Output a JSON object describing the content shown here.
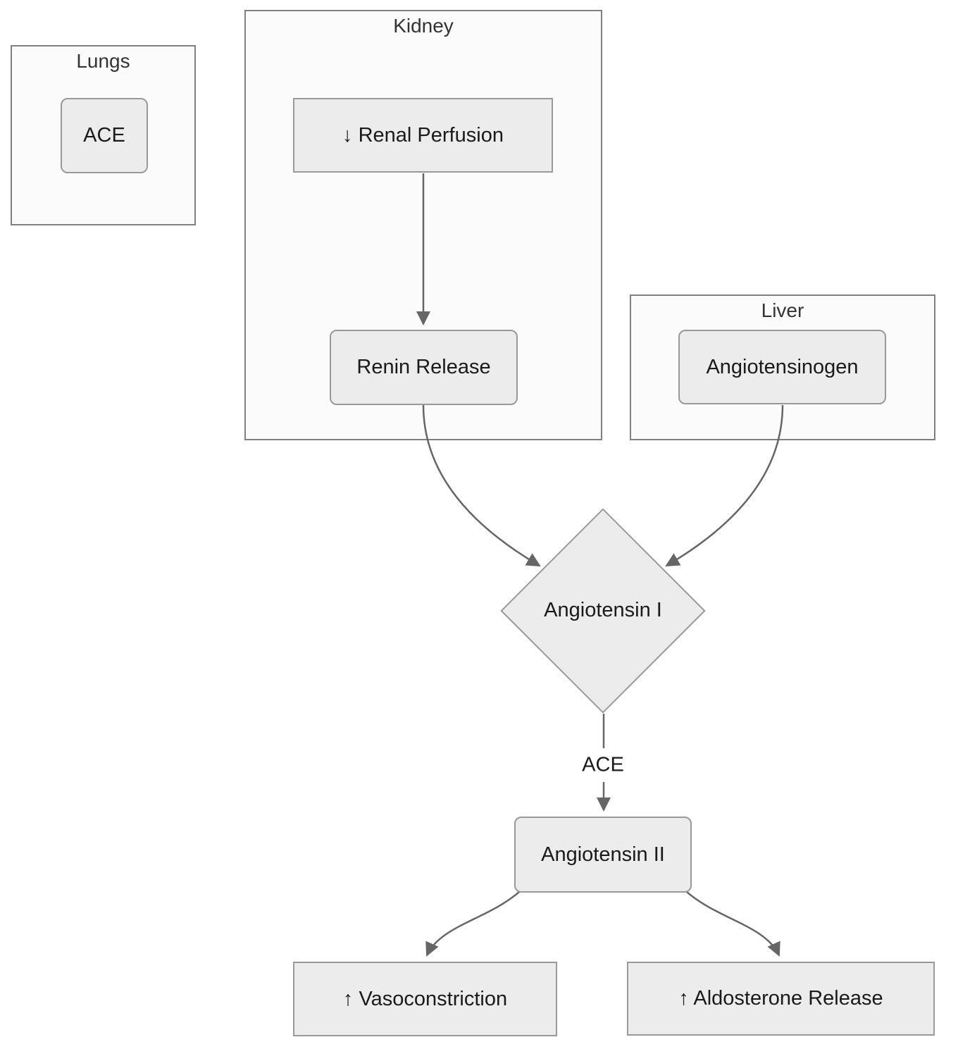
{
  "diagram": {
    "type": "flowchart",
    "containers": {
      "lungs": {
        "title": "Lungs"
      },
      "kidney": {
        "title": "Kidney"
      },
      "liver": {
        "title": "Liver"
      }
    },
    "nodes": {
      "aceLungs": {
        "label": "ACE",
        "shape": "rounded-rect",
        "container": "Lungs"
      },
      "renalPerfusion": {
        "label": "↓ Renal Perfusion",
        "shape": "rect",
        "container": "Kidney"
      },
      "reninRelease": {
        "label": "Renin Release",
        "shape": "rounded-rect",
        "container": "Kidney"
      },
      "angiotensinogen": {
        "label": "Angiotensinogen",
        "shape": "rounded-rect",
        "container": "Liver"
      },
      "angiotensinI": {
        "label": "Angiotensin I",
        "shape": "diamond",
        "container": null
      },
      "angiotensinII": {
        "label": "Angiotensin II",
        "shape": "rounded-rect",
        "container": null
      },
      "vasoconstriction": {
        "label": "↑ Vasoconstriction",
        "shape": "rect",
        "container": null
      },
      "aldosteroneRelease": {
        "label": "↑ Aldosterone Release",
        "shape": "rect",
        "container": null
      }
    },
    "edgeLabels": {
      "ace": "ACE"
    },
    "connections": [
      {
        "from": "↓ Renal Perfusion",
        "to": "Renin Release",
        "label": ""
      },
      {
        "from": "Renin Release",
        "to": "Angiotensin I",
        "label": ""
      },
      {
        "from": "Angiotensinogen",
        "to": "Angiotensin I",
        "label": ""
      },
      {
        "from": "Angiotensin I",
        "to": "Angiotensin II",
        "label": "ACE"
      },
      {
        "from": "Angiotensin II",
        "to": "↑ Vasoconstriction",
        "label": ""
      },
      {
        "from": "Angiotensin II",
        "to": "↑ Aldosterone Release",
        "label": ""
      }
    ],
    "colors": {
      "node_fill": "#ececec",
      "node_border": "#999999",
      "container_fill": "#fbfbfb",
      "container_border": "#7f7f7f",
      "edge_line": "#666666",
      "node_text": "#1a1a1a",
      "container_title": "#333333"
    }
  }
}
